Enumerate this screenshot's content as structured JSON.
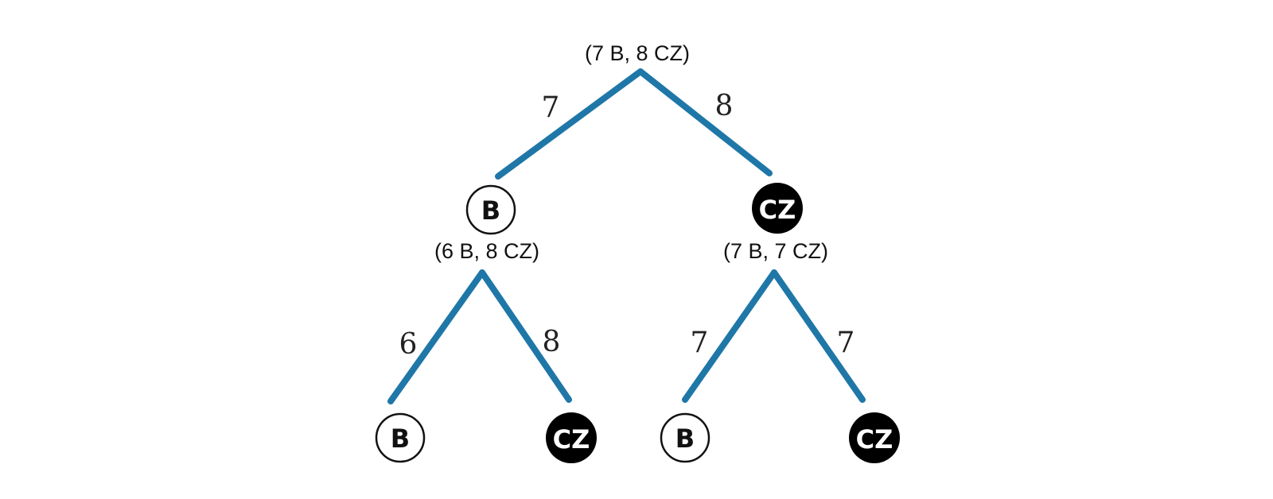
{
  "colors": {
    "edge": "#1f77a8",
    "node_b_fill": "#ffffff",
    "node_b_stroke": "#111111",
    "node_cz_fill": "#000000",
    "node_cz_text": "#ffffff"
  },
  "root": {
    "label": "(7 B, 8 CZ)"
  },
  "level1": {
    "left_edge": "7",
    "right_edge": "8",
    "left_node": "B",
    "right_node": "CZ",
    "left_label": "(6 B, 8 CZ)",
    "right_label": "(7 B, 7 CZ)"
  },
  "level2": {
    "edges": [
      "6",
      "8",
      "7",
      "7"
    ],
    "nodes": [
      "B",
      "CZ",
      "B",
      "CZ"
    ]
  }
}
